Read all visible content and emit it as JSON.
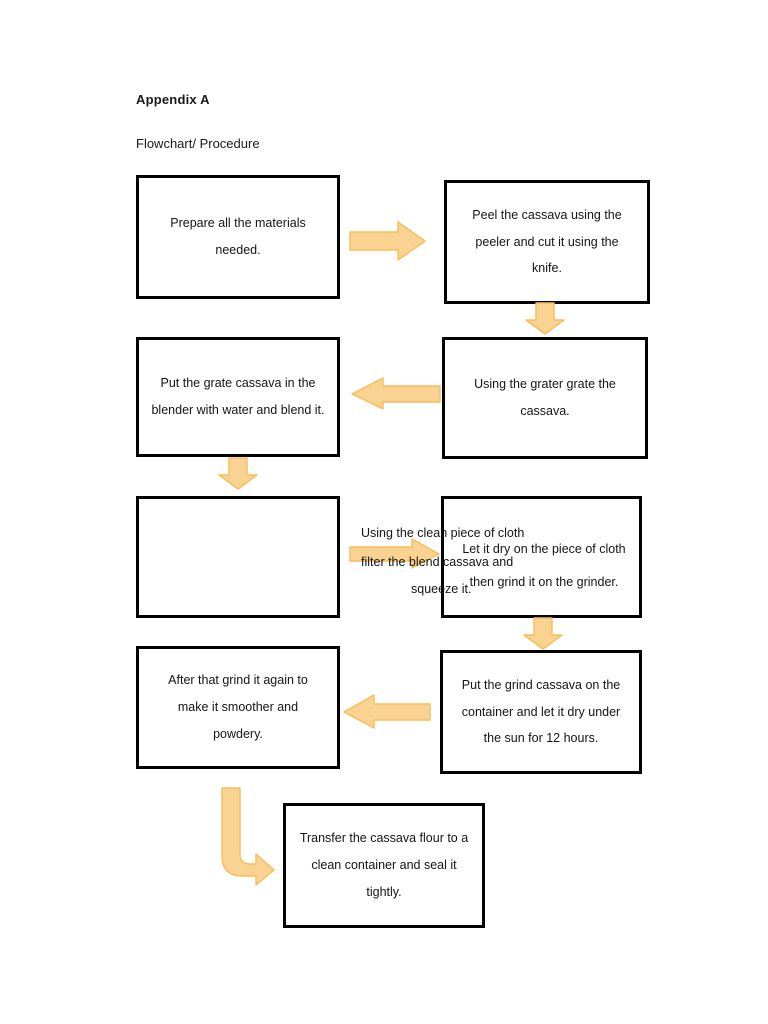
{
  "page": {
    "title": "Appendix A",
    "subtitle": "Flowchart/ Procedure",
    "background_color": "#ffffff",
    "box_border_color": "#000000",
    "arrow_fill_color": "#fad392",
    "arrow_border_color": "#f5bd58"
  },
  "flowchart": {
    "steps": [
      {
        "id": "step-1",
        "position": "row1-left",
        "lines": [
          "Prepare all the materials",
          "needed."
        ]
      },
      {
        "id": "step-2",
        "position": "row1-right",
        "lines": [
          "Peel the cassava using the",
          "peeler and cut it using the",
          "knife."
        ]
      },
      {
        "id": "step-3",
        "position": "row2-right",
        "lines": [
          "Using the grater grate the",
          "cassava."
        ]
      },
      {
        "id": "step-4",
        "position": "row2-left",
        "lines": [
          "Put the grate cassava in the",
          "blender with water and blend it."
        ]
      },
      {
        "id": "step-5",
        "position": "row3-left",
        "lines": [
          ""
        ]
      },
      {
        "id": "step-6",
        "position": "row3-right",
        "lines": [
          "Let it dry on the piece of cloth",
          "then grind it on the grinder."
        ]
      },
      {
        "id": "step-7",
        "position": "row4-right",
        "lines": [
          "Put the grind cassava on the",
          "container and let it dry under",
          "the sun for 12 hours."
        ]
      },
      {
        "id": "step-8",
        "position": "row4-left",
        "lines": [
          "After that grind it again to",
          "make it smoother and",
          "powdery."
        ]
      },
      {
        "id": "step-9",
        "position": "row5-center",
        "lines": [
          "Transfer the cassava flour to a",
          "clean container and seal it",
          "tightly."
        ]
      }
    ],
    "floating_caption": {
      "id": "caption-filter",
      "line1": "Using the clean piece of cloth",
      "line2": "filter the blend cassava and",
      "line3": "squeeze it."
    },
    "connectors": [
      {
        "id": "arrow-1",
        "direction": "right",
        "from": "step-1",
        "to": "step-2"
      },
      {
        "id": "arrow-2",
        "direction": "down",
        "from": "step-2",
        "to": "step-3"
      },
      {
        "id": "arrow-3",
        "direction": "left",
        "from": "step-3",
        "to": "step-4"
      },
      {
        "id": "arrow-4",
        "direction": "down",
        "from": "step-4",
        "to": "step-5"
      },
      {
        "id": "arrow-5",
        "direction": "right",
        "from": "step-5",
        "to": "step-6"
      },
      {
        "id": "arrow-6",
        "direction": "down",
        "from": "step-6",
        "to": "step-7"
      },
      {
        "id": "arrow-7",
        "direction": "left",
        "from": "step-7",
        "to": "step-8"
      },
      {
        "id": "arrow-8",
        "direction": "elbow-down-right",
        "from": "step-8",
        "to": "step-9"
      }
    ]
  }
}
